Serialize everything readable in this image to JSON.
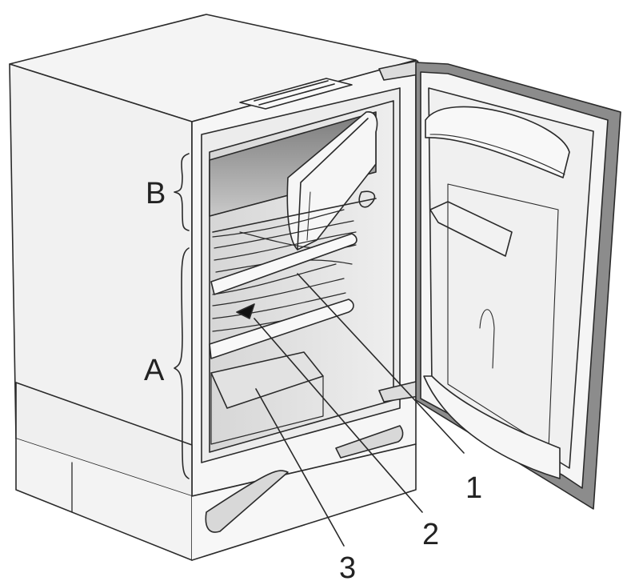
{
  "labels": {
    "zone_b": "B",
    "zone_a": "A",
    "callout_1": "1",
    "callout_2": "2",
    "callout_3": "3"
  },
  "colors": {
    "line": "#2a2a2a",
    "body": "#f2f2f2",
    "interior": "#e4e4e4",
    "interior_dark": "#9a9a9a",
    "door_edge": "#8c8c8c"
  }
}
